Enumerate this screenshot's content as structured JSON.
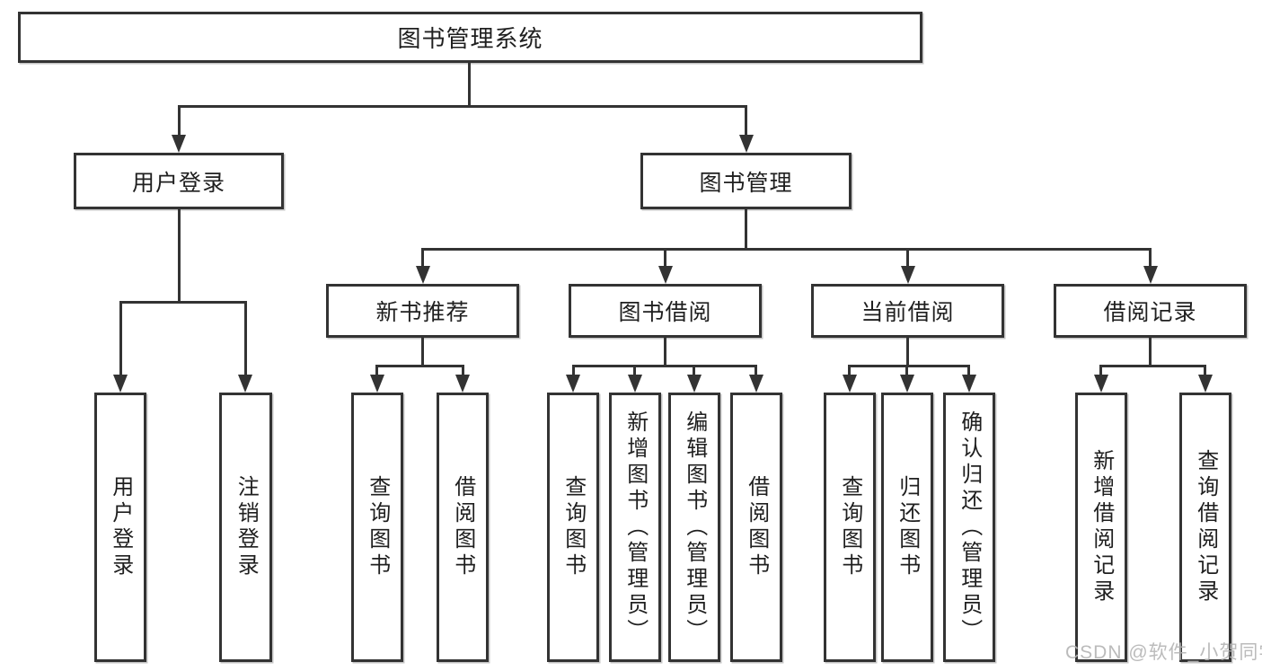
{
  "watermark": "CSDN @软件_小贺同学",
  "colors": {
    "line": "#333333",
    "text": "#1f1f1f",
    "background": "#ffffff",
    "watermark": "#b4b4b4"
  },
  "hierarchy": {
    "label": "图书管理系统",
    "children": [
      {
        "label": "用户登录",
        "children": [
          {
            "label": "用户登录"
          },
          {
            "label": "注销登录"
          }
        ]
      },
      {
        "label": "图书管理",
        "children": [
          {
            "label": "新书推荐",
            "children": [
              {
                "label": "查询图书"
              },
              {
                "label": "借阅图书"
              }
            ]
          },
          {
            "label": "图书借阅",
            "children": [
              {
                "label": "查询图书"
              },
              {
                "label": "新增图书（管理员）"
              },
              {
                "label": "编辑图书（管理员）"
              },
              {
                "label": "借阅图书"
              }
            ]
          },
          {
            "label": "当前借阅",
            "children": [
              {
                "label": "查询图书"
              },
              {
                "label": "归还图书"
              },
              {
                "label": "确认归还（管理员）"
              }
            ]
          },
          {
            "label": "借阅记录",
            "children": [
              {
                "label": "新增借阅记录"
              },
              {
                "label": "查询借阅记录"
              }
            ]
          }
        ]
      }
    ]
  }
}
